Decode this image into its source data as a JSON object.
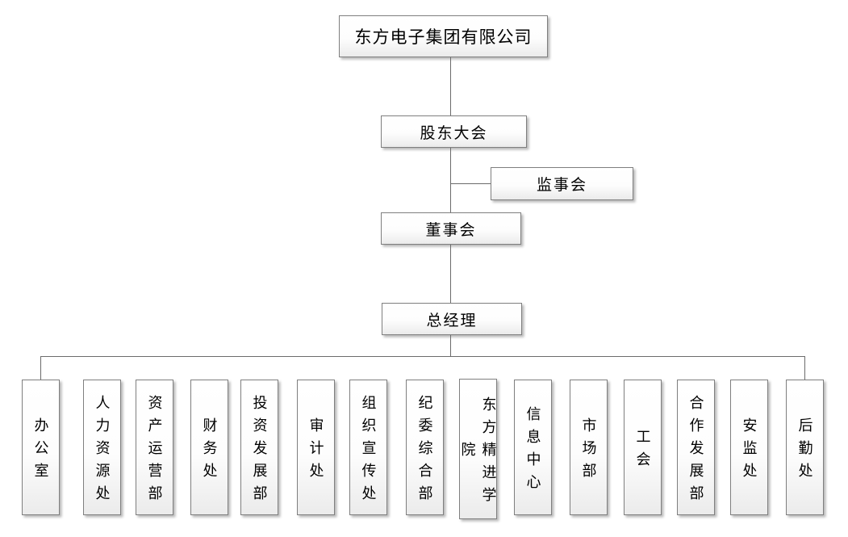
{
  "org": {
    "company": "东方电子集团有限公司",
    "shareholders_meeting": "股东大会",
    "supervisory_board": "监事会",
    "board_of_directors": "董事会",
    "general_manager": "总经理",
    "departments": [
      "办公室",
      "人力资源处",
      "资产运营部",
      "财务处",
      "投资发展部",
      "审计处",
      "组织宣传处",
      "纪委综合部",
      "东方精进学院",
      "信息中心",
      "市场部",
      "工会",
      "合作发展部",
      "安监处",
      "后勤处"
    ]
  },
  "style": {
    "box_border_color": "#7f7f7f",
    "box_fill_top": "#ffffff",
    "box_fill_bottom": "#ebebeb",
    "connector_color": "#6b6b6b",
    "text_color": "#000000",
    "background_color": "#ffffff"
  }
}
